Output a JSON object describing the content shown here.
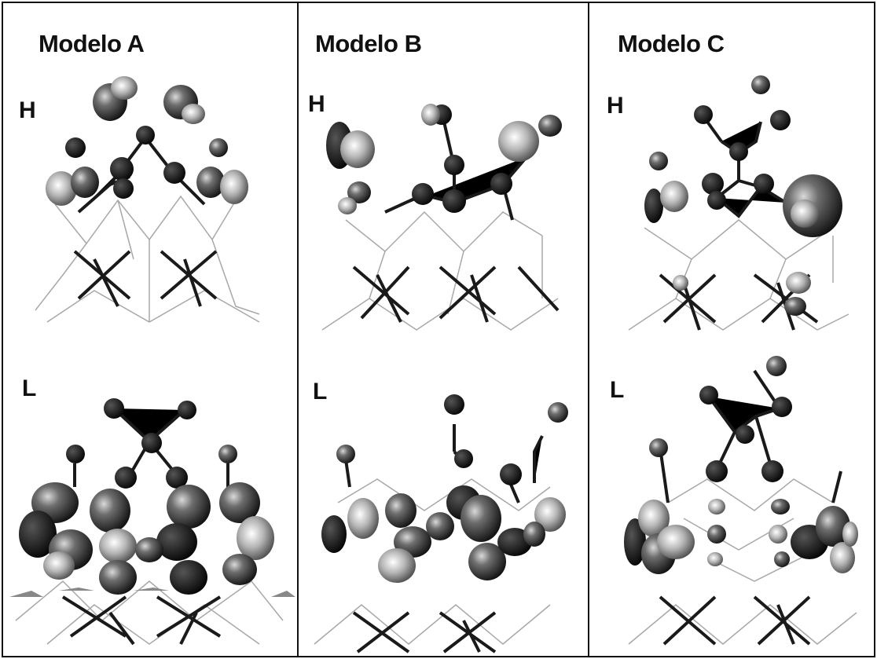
{
  "panels": [
    {
      "title": "Modelo A",
      "labels": [
        "H",
        "L"
      ]
    },
    {
      "title": "Modelo B",
      "labels": [
        "H",
        "L"
      ]
    },
    {
      "title": "Modelo C",
      "labels": [
        "H",
        "L"
      ]
    }
  ],
  "colors": {
    "frame": "#111111",
    "bond": "#1a1a1a",
    "lattice": "#9a9a9a",
    "atom": "#111111",
    "lobe_dark": "#2a2a2a",
    "lobe_light": "#bdbdbd"
  }
}
